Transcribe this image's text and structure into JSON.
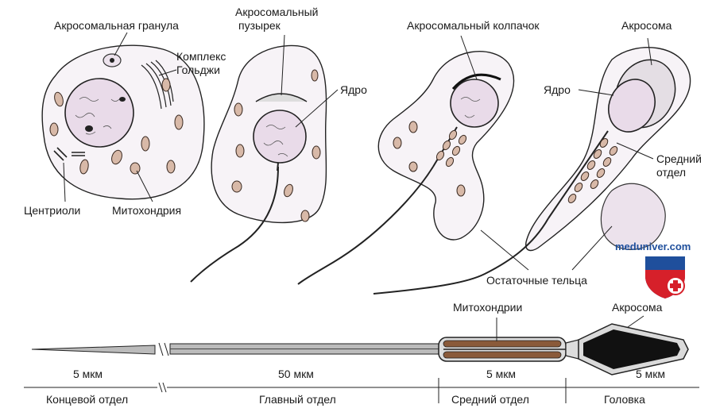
{
  "labels": {
    "acrosomal_granule": "Акросомальная гранула",
    "golgi_line1": "Комплекс",
    "golgi_line2": "Гольджи",
    "centrioles": "Центриоли",
    "mitochondria_cell": "Митохондрия",
    "acrosomal_vesicle_line1": "Акросомальный",
    "acrosomal_vesicle_line2": "пузырек",
    "nucleus_2": "Ядро",
    "acrosomal_cap": "Акросомальный колпачок",
    "acrosome_top": "Акросома",
    "nucleus_4": "Ядро",
    "middle_piece_line1": "Средний",
    "middle_piece_line2": "отдел",
    "residual_bodies": "Остаточные тельца",
    "mitochondria_bottom": "Митохондрии",
    "acrosome_bottom": "Акросома"
  },
  "scale": {
    "end_piece_len": "5 мкм",
    "principal_piece_len": "50 мкм",
    "middle_piece_len": "5 мкм",
    "head_len": "5 мкм"
  },
  "sections": {
    "end_piece": "Концевой отдел",
    "principal_piece": "Главный отдел",
    "middle_piece": "Средний отдел",
    "head": "Головка"
  },
  "watermark": {
    "site": "meduniver.com"
  },
  "colors": {
    "cell_fill": "#f7f3f7",
    "nucleus_fill": "#e9dbe9",
    "mito_fill": "#d8b9a8",
    "badge_blue": "#1f4f9c",
    "badge_red": "#d6202a"
  }
}
